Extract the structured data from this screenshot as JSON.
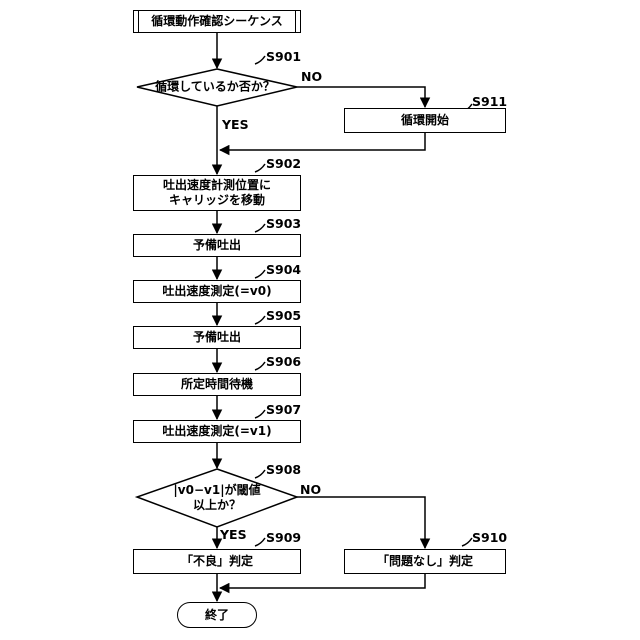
{
  "start": {
    "label": "循環動作確認シーケンス"
  },
  "steps": {
    "s901": {
      "id": "S901",
      "text": "循環しているか否か？",
      "yes": "YES",
      "no": "NO"
    },
    "s911": {
      "id": "S911",
      "text": "循環開始"
    },
    "s902": {
      "id": "S902",
      "line1": "吐出速度計測位置に",
      "line2": "キャリッジを移動"
    },
    "s903": {
      "id": "S903",
      "text": "予備吐出"
    },
    "s904": {
      "id": "S904",
      "text": "吐出速度測定(=v0)"
    },
    "s905": {
      "id": "S905",
      "text": "予備吐出"
    },
    "s906": {
      "id": "S906",
      "text": "所定時間待機"
    },
    "s907": {
      "id": "S907",
      "text": "吐出速度測定(=v1)"
    },
    "s908": {
      "id": "S908",
      "line1": "|v0−v1|が閾値",
      "line2": "以上か？",
      "yes": "YES",
      "no": "NO"
    },
    "s909": {
      "id": "S909",
      "text": "「不良」判定"
    },
    "s910": {
      "id": "S910",
      "text": "「問題なし」判定"
    }
  },
  "end": {
    "label": "終了"
  }
}
